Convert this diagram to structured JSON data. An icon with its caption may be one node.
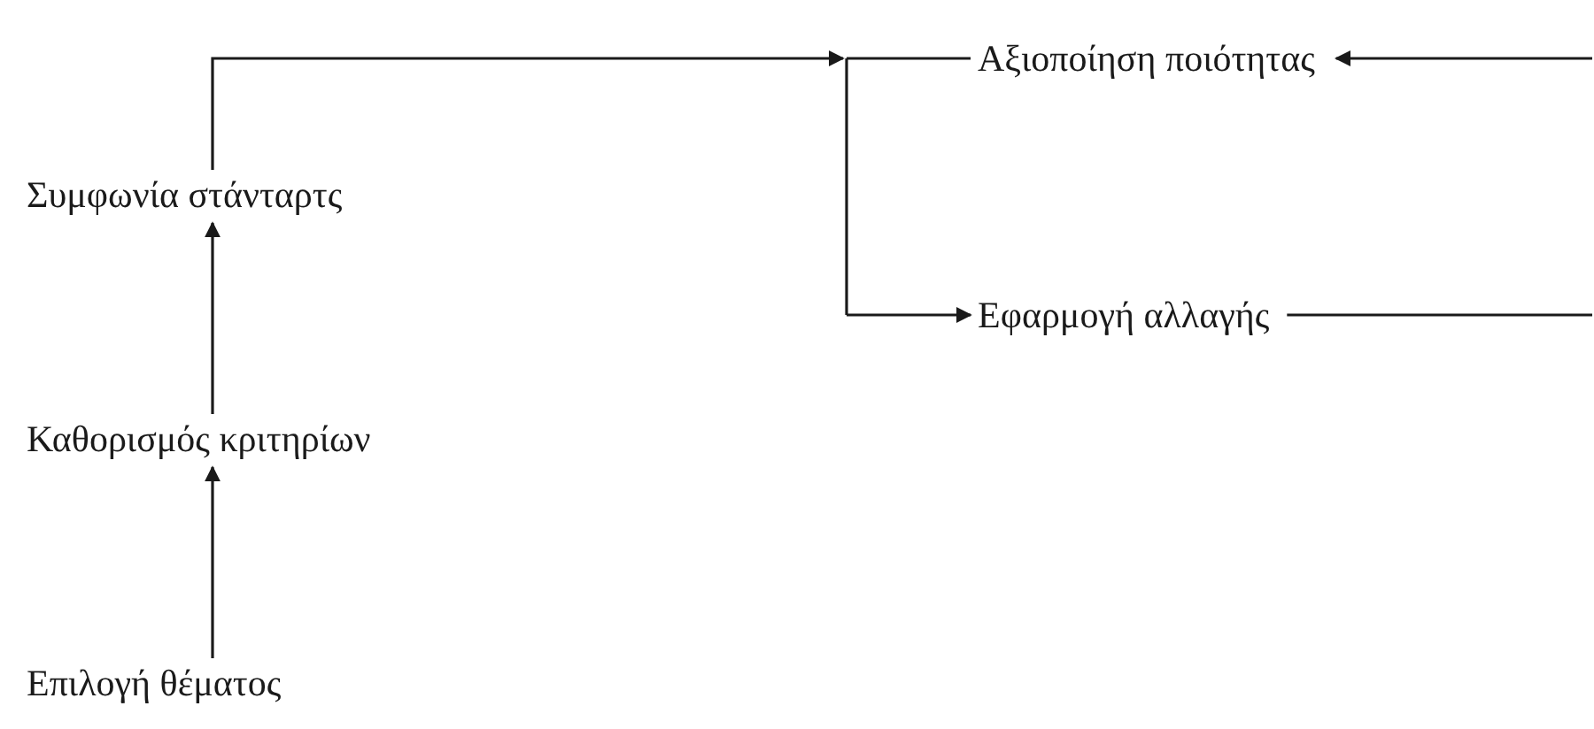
{
  "diagram": {
    "nodes": [
      {
        "text": [
          "Συμφωνία στάνταρτς"
        ]
      },
      {
        "text": [
          "Καθορισμός κριτηρίων"
        ]
      },
      {
        "text": [
          "Επιλογή θέματος"
        ]
      },
      {
        "text": [
          "Αξιοποίηση ποιότητας"
        ]
      },
      {
        "text": [
          "Εφαρμογή αλλαγής"
        ]
      },
      {
        "text": [],
        "shape": "bracket"
      }
    ],
    "edges": [
      {
        "from": 2,
        "to": 1,
        "arrow": "to"
      },
      {
        "from": 1,
        "to": 0,
        "arrow": "to"
      },
      {
        "from": 0,
        "to": 5,
        "arrow": "to"
      },
      {
        "from": 5,
        "to": 3,
        "arrow": "none"
      },
      {
        "from": 5,
        "to": 4,
        "arrow": "to"
      },
      {
        "from": 4,
        "to": null,
        "arrow": "none"
      },
      {
        "from": null,
        "to": 3,
        "arrow": "to"
      }
    ]
  }
}
